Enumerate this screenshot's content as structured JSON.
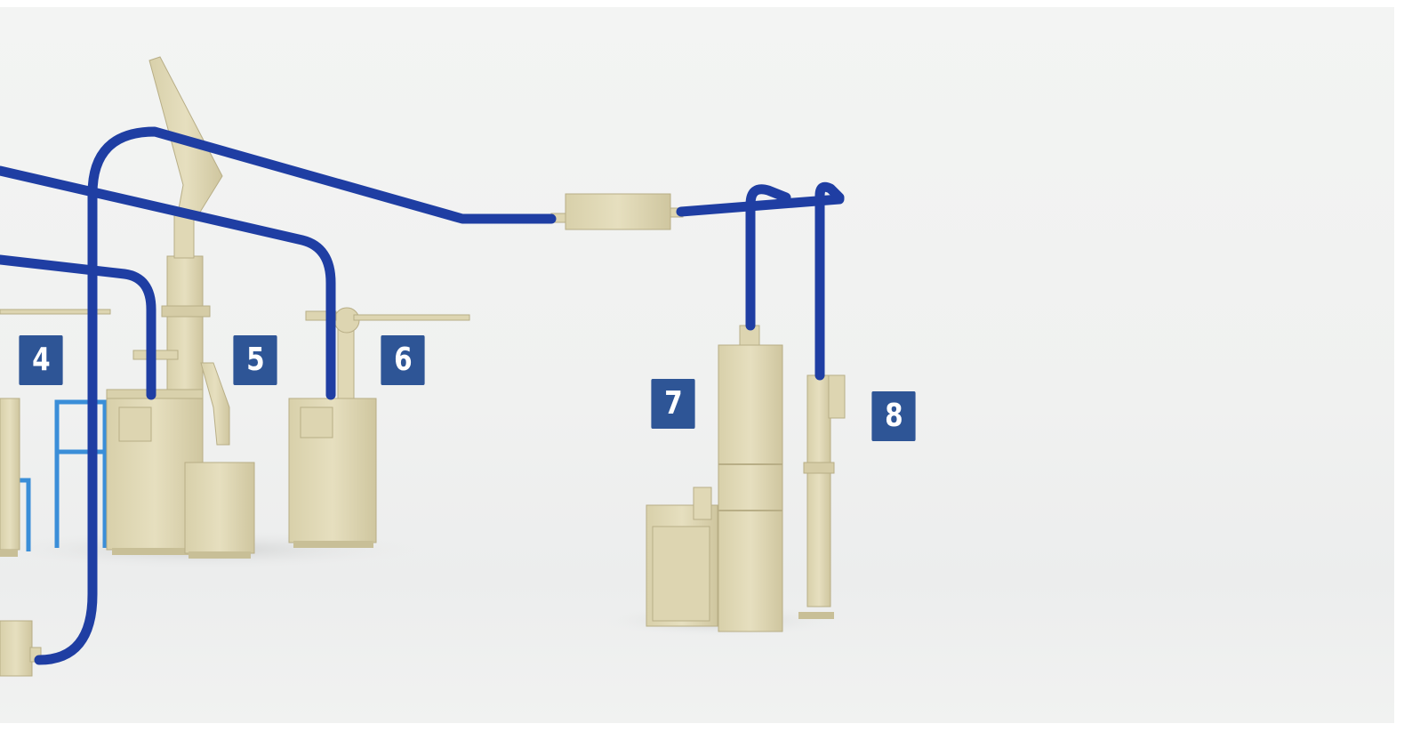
{
  "station_labels": [
    {
      "id": "4",
      "text": "4"
    },
    {
      "id": "5",
      "text": "5"
    },
    {
      "id": "6",
      "text": "6"
    },
    {
      "id": "7",
      "text": "7"
    },
    {
      "id": "8",
      "text": "8"
    }
  ],
  "colors": {
    "pipe": "#1f3ea3",
    "machine": "#e3dcbb",
    "frame": "#3a8ed8",
    "label_bg": "#2e5596",
    "label_text": "#ffffff",
    "background": "#f1f2f1"
  }
}
